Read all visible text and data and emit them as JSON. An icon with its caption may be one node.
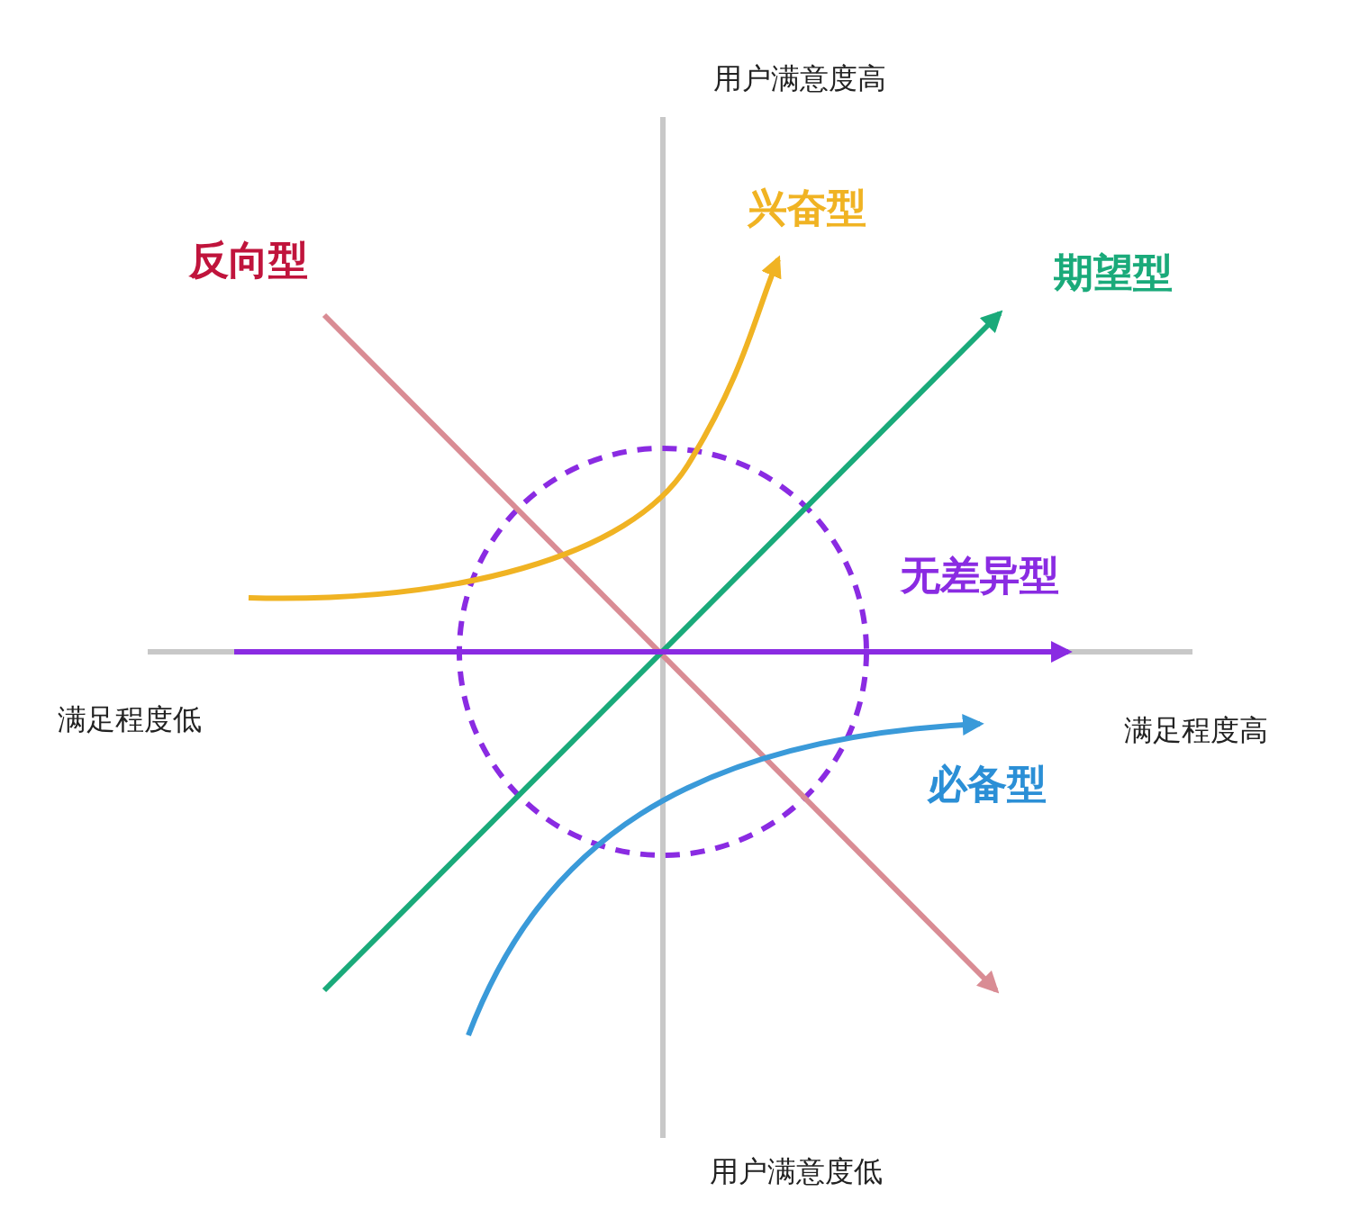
{
  "diagram": {
    "labels": [
      "用户满意度高",
      "兴奋型",
      "反向型",
      "期望型",
      "无差异型",
      "满足程度低",
      "满足程度高",
      "必备型",
      "用户满意度低"
    ]
  }
}
